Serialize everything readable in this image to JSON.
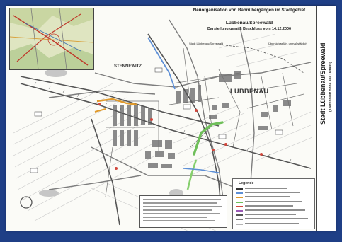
{
  "title_block": {
    "line1": "Neuorganisation von Bahnübergängen im Stadtgebiet",
    "line2": "Lübbenau/Spreewald",
    "line3": "Darstellung gemäß Beschluss vom 14.12.2006",
    "line4": "",
    "line5": "Stadt Lübbenau/Spreewald",
    "line6": "Übersichtsplan, unmaßstäblich"
  },
  "places": {
    "north": "STENNEWITZ",
    "center": "LÜBBENAU"
  },
  "legend": {
    "title": "Legende"
  },
  "side_strip": {
    "title": "Stadt Lübbenau/Spreewald",
    "subtitle": "(Kartenblatt ohne alle Details)"
  },
  "colors": {
    "frame": "#1f3f86",
    "paper": "#fbfbf7",
    "railway": "#555555",
    "road": "#7d7d7d",
    "green_route": "#6fbf5a",
    "orange_route": "#e09a2c",
    "blue_route": "#5d8fd6",
    "inset_map": "#dfe5c1"
  },
  "legend_marks": [
    "#333333",
    "#5d8fd6",
    "#e09a2c",
    "#6fbf5a",
    "#d2473c",
    "#9b59b6",
    "#555555",
    "#7d7d7d",
    "#b5b5b5"
  ]
}
